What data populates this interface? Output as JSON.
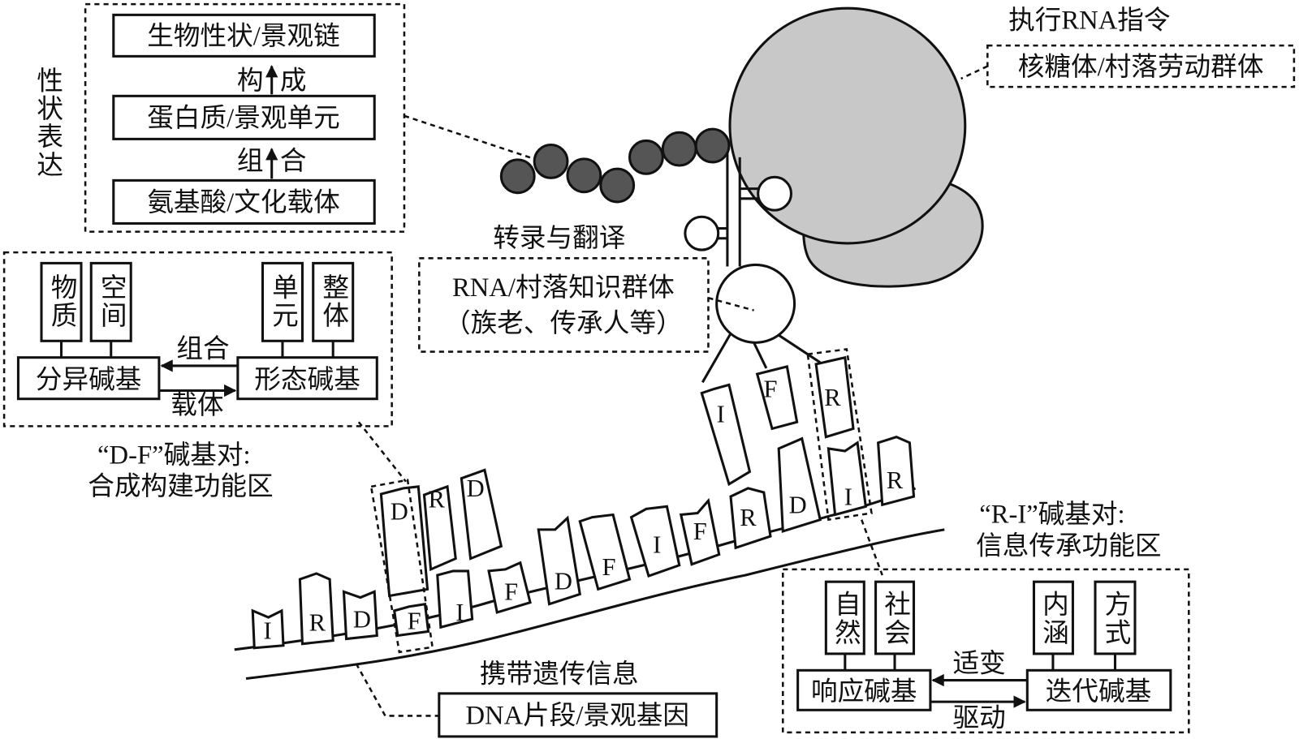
{
  "colors": {
    "ribosome": "#c8c8c8",
    "amino_beads": "#555555",
    "line": "#111111"
  },
  "expression": {
    "side_label": "性状表达",
    "trait": "生物性状/景观链",
    "link1": [
      "构",
      "成"
    ],
    "protein": "蛋白质/景观单元",
    "link2": [
      "组",
      "合"
    ],
    "amino": "氨基酸/文化载体"
  },
  "df_panel": {
    "left_tags": [
      "物质",
      "空间"
    ],
    "right_tags": [
      "单元",
      "整体"
    ],
    "left_base": "分异碱基",
    "right_base": "形态碱基",
    "arrow_top": "组合",
    "arrow_bottom": "载体",
    "caption1": "“D-F”碱基对:",
    "caption2": "合成构建功能区"
  },
  "ri_panel": {
    "left_tags": [
      "自然",
      "社会"
    ],
    "right_tags": [
      "内涵",
      "方式"
    ],
    "left_base": "响应碱基",
    "right_base": "迭代碱基",
    "arrow_top": "适变",
    "arrow_bottom": "驱动",
    "caption1": "“R-I”碱基对:",
    "caption2": "信息传承功能区"
  },
  "rna": {
    "process": "转录与翻译",
    "line1": "RNA/村落知识群体",
    "line2": "（族老、传承人等）"
  },
  "ribosome": {
    "title": "执行RNA指令",
    "label": "核糖体/村落劳动群体"
  },
  "dna": {
    "caption": "携带遗传信息",
    "label": "DNA片段/景观基因",
    "bases": [
      "I",
      "R",
      "D",
      "F",
      "D",
      "R",
      "D",
      "I",
      "F",
      "D",
      "F",
      "I",
      "F",
      "R",
      "D",
      "I",
      "R",
      "I",
      "F",
      "R"
    ]
  }
}
